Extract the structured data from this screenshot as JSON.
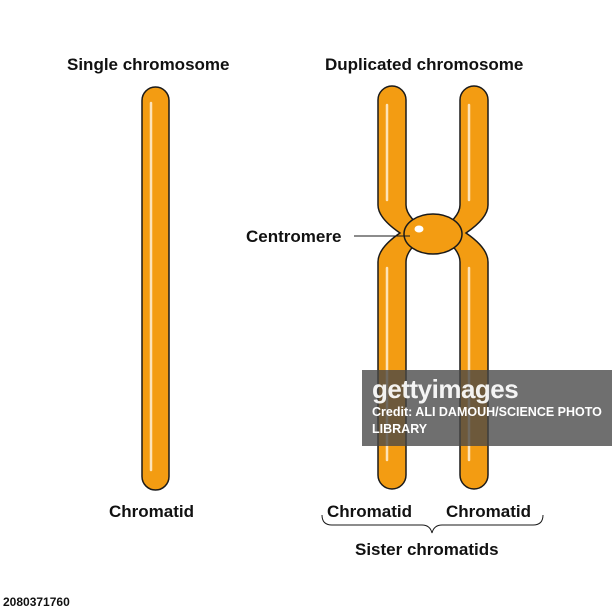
{
  "labels": {
    "single_title": "Single chromosome",
    "duplicated_title": "Duplicated chromosome",
    "centromere": "Centromere",
    "chromatid_single": "Chromatid",
    "chromatid_left": "Chromatid",
    "chromatid_right": "Chromatid",
    "sister_chromatids": "Sister chromatids"
  },
  "watermark": {
    "brand": "gettyimages",
    "credit": "Credit: ALI DAMOUH/SCIENCE PHOTO LIBRARY",
    "image_id": "2080371760"
  },
  "colors": {
    "chromosome_fill": "#F39C12",
    "chromosome_stroke": "#1a1a1a",
    "highlight": "#FDE3B8",
    "text": "#111111"
  }
}
